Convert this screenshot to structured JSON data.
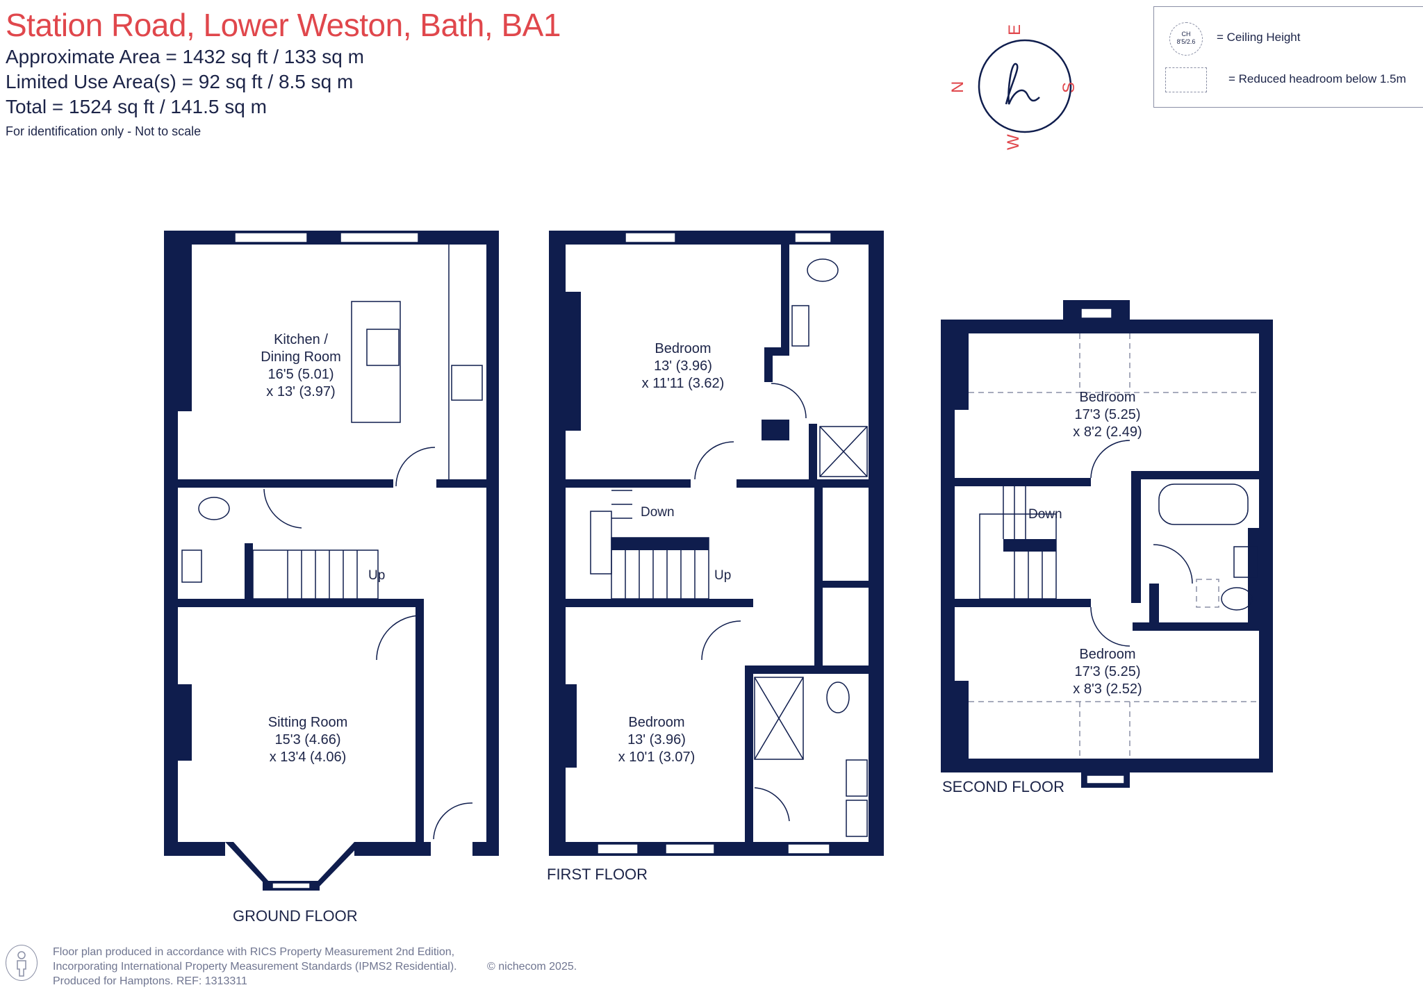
{
  "header": {
    "title": "Station Road, Lower Weston, Bath, BA1",
    "approx_area": "Approximate Area = 1432 sq ft / 133 sq m",
    "limited_area": "Limited Use Area(s) = 92 sq ft / 8.5 sq m",
    "total_area": "Total = 1524 sq ft / 141.5 sq m",
    "note": "For identification only - Not to scale"
  },
  "legend": {
    "ch_symbol_top": "CH",
    "ch_symbol_bottom": "8'5/2.6",
    "ch_label": "= Ceiling Height",
    "reduced_label": "= Reduced headroom below 1.5m"
  },
  "compass": {
    "n": "N",
    "e": "E",
    "s": "S",
    "w": "W"
  },
  "floors": {
    "ground": {
      "label": "GROUND FLOOR",
      "kitchen": {
        "name1": "Kitchen /",
        "name2": "Dining Room",
        "dim1": "16'5 (5.01)",
        "dim2": "x 13' (3.97)"
      },
      "sitting": {
        "name": "Sitting Room",
        "dim1": "15'3 (4.66)",
        "dim2": "x 13'4 (4.06)"
      },
      "stairs": "Up"
    },
    "first": {
      "label": "FIRST FLOOR",
      "bedroom_a": {
        "name": "Bedroom",
        "dim1": "13' (3.96)",
        "dim2": "x 11'11 (3.62)"
      },
      "bedroom_b": {
        "name": "Bedroom",
        "dim1": "13' (3.96)",
        "dim2": "x 10'1 (3.07)"
      },
      "stairs_down": "Down",
      "stairs_up": "Up"
    },
    "second": {
      "label": "SECOND FLOOR",
      "bedroom_a": {
        "name": "Bedroom",
        "dim1": "17'3 (5.25)",
        "dim2": "x 8'2 (2.49)"
      },
      "bedroom_b": {
        "name": "Bedroom",
        "dim1": "17'3 (5.25)",
        "dim2": "x 8'3 (2.52)"
      },
      "stairs_down": "Down"
    }
  },
  "footer": {
    "line1": "Floor plan produced in accordance with RICS Property Measurement 2nd Edition,",
    "line2": "Incorporating International Property Measurement Standards (IPMS2 Residential).",
    "line3": "Produced for Hamptons.   REF:  1313311",
    "copyright": "© nichecom 2025."
  },
  "colors": {
    "title": "#e0474c",
    "walls": "#0f1d4d",
    "text": "#1c2448"
  }
}
